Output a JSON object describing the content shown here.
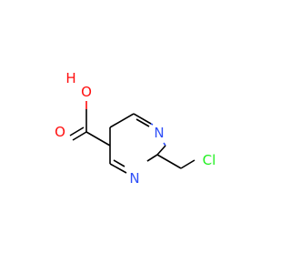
{
  "molecule": {
    "atoms": {
      "oh": {
        "label": "O",
        "sublabel": "H",
        "color": "#ff0d0d"
      },
      "o_carbonyl": {
        "label": "O",
        "color": "#ff0d0d"
      },
      "n1": {
        "label": "N",
        "color": "#3050f8"
      },
      "n3": {
        "label": "N",
        "color": "#3050f8"
      },
      "cl": {
        "label": "Cl",
        "color": "#1ff01f"
      }
    }
  }
}
